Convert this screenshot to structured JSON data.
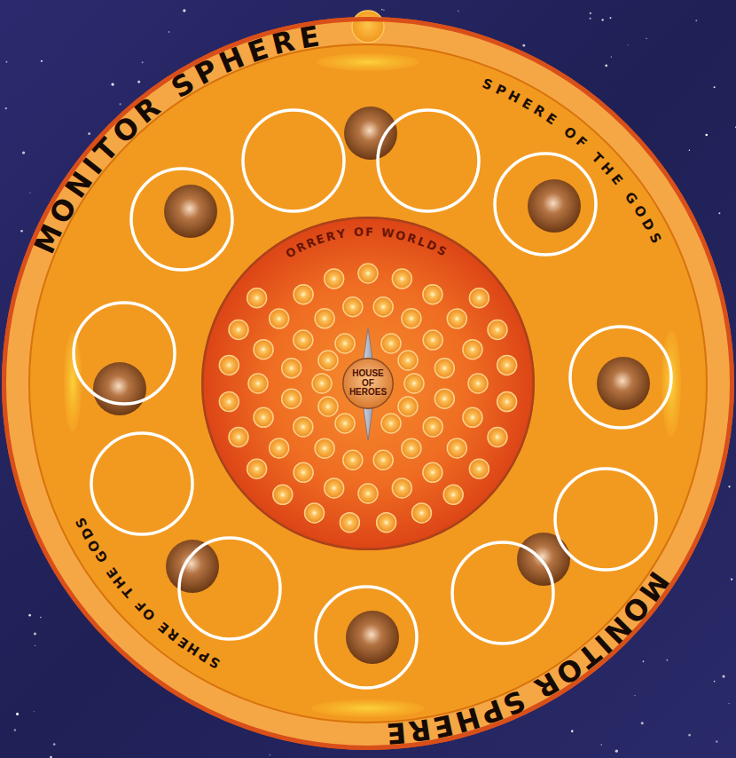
{
  "diagram": {
    "nodes": [
      {
        "text": [
          "MONITOR SPHERE",
          "MONITOR SPHERE"
        ]
      },
      {
        "text": [
          "SPHERE OF THE GODS",
          "SPHERE OF THE GODS"
        ],
        "in": 0
      },
      {
        "text": [
          "ORRERY OF WORLDS"
        ],
        "in": 1
      },
      {
        "text": [
          "HOUSE OF HEROES"
        ],
        "in": 2
      }
    ]
  }
}
